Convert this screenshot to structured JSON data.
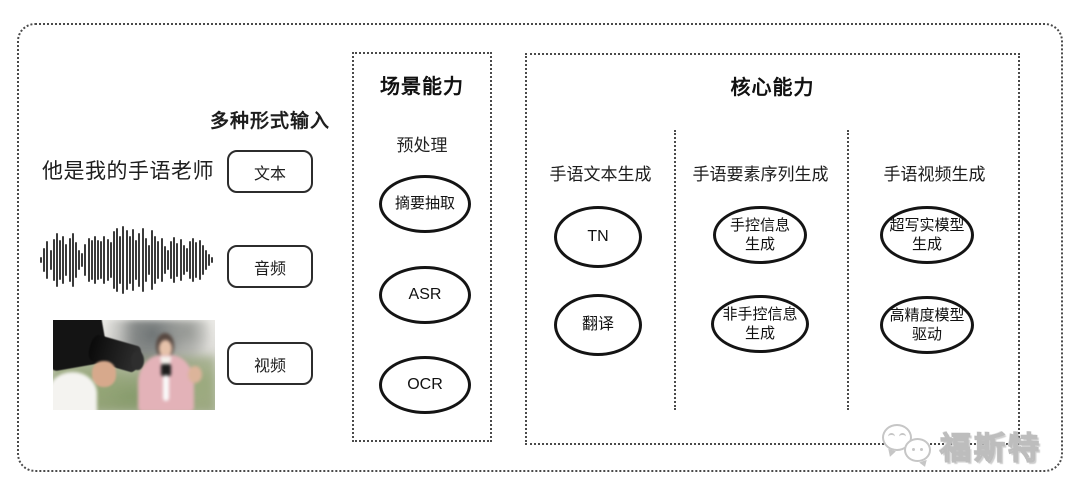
{
  "input": {
    "title": "多种形式输入",
    "sample_text": "他是我的手语老师",
    "boxes": [
      {
        "label": "文本"
      },
      {
        "label": "音频"
      },
      {
        "label": "视频"
      }
    ],
    "waveform": [
      0.1,
      0.34,
      0.55,
      0.3,
      0.62,
      0.78,
      0.6,
      0.72,
      0.48,
      0.66,
      0.8,
      0.52,
      0.28,
      0.2,
      0.46,
      0.65,
      0.58,
      0.72,
      0.6,
      0.55,
      0.7,
      0.62,
      0.54,
      0.85,
      0.95,
      0.7,
      1.0,
      0.88,
      0.72,
      0.92,
      0.6,
      0.8,
      0.95,
      0.65,
      0.45,
      0.88,
      0.7,
      0.55,
      0.65,
      0.42,
      0.3,
      0.55,
      0.68,
      0.5,
      0.62,
      0.45,
      0.35,
      0.55,
      0.66,
      0.52,
      0.6,
      0.44,
      0.3,
      0.18,
      0.08
    ]
  },
  "scene": {
    "title": "场景能力",
    "subtitle": "预处理",
    "nodes": [
      "摘要抽取",
      "ASR",
      "OCR"
    ]
  },
  "core": {
    "title": "核心能力",
    "columns": [
      {
        "header": "手语文本生成",
        "nodes": [
          "TN",
          "翻译"
        ]
      },
      {
        "header": "手语要素序列生成",
        "nodes": [
          "手控信息\n生成",
          "非手控信息\n生成"
        ]
      },
      {
        "header": "手语视频生成",
        "nodes": [
          "超写实模型\n生成",
          "高精度模型\n驱动"
        ]
      }
    ]
  },
  "watermark": {
    "label": "福斯特",
    "icon": "wechat-bubbles"
  },
  "colors": {
    "ink": "#1e1e1e",
    "node_stroke": "#141414",
    "dotted_border": "#4a4a4a",
    "watermark_gray": "#c6c6c6"
  }
}
